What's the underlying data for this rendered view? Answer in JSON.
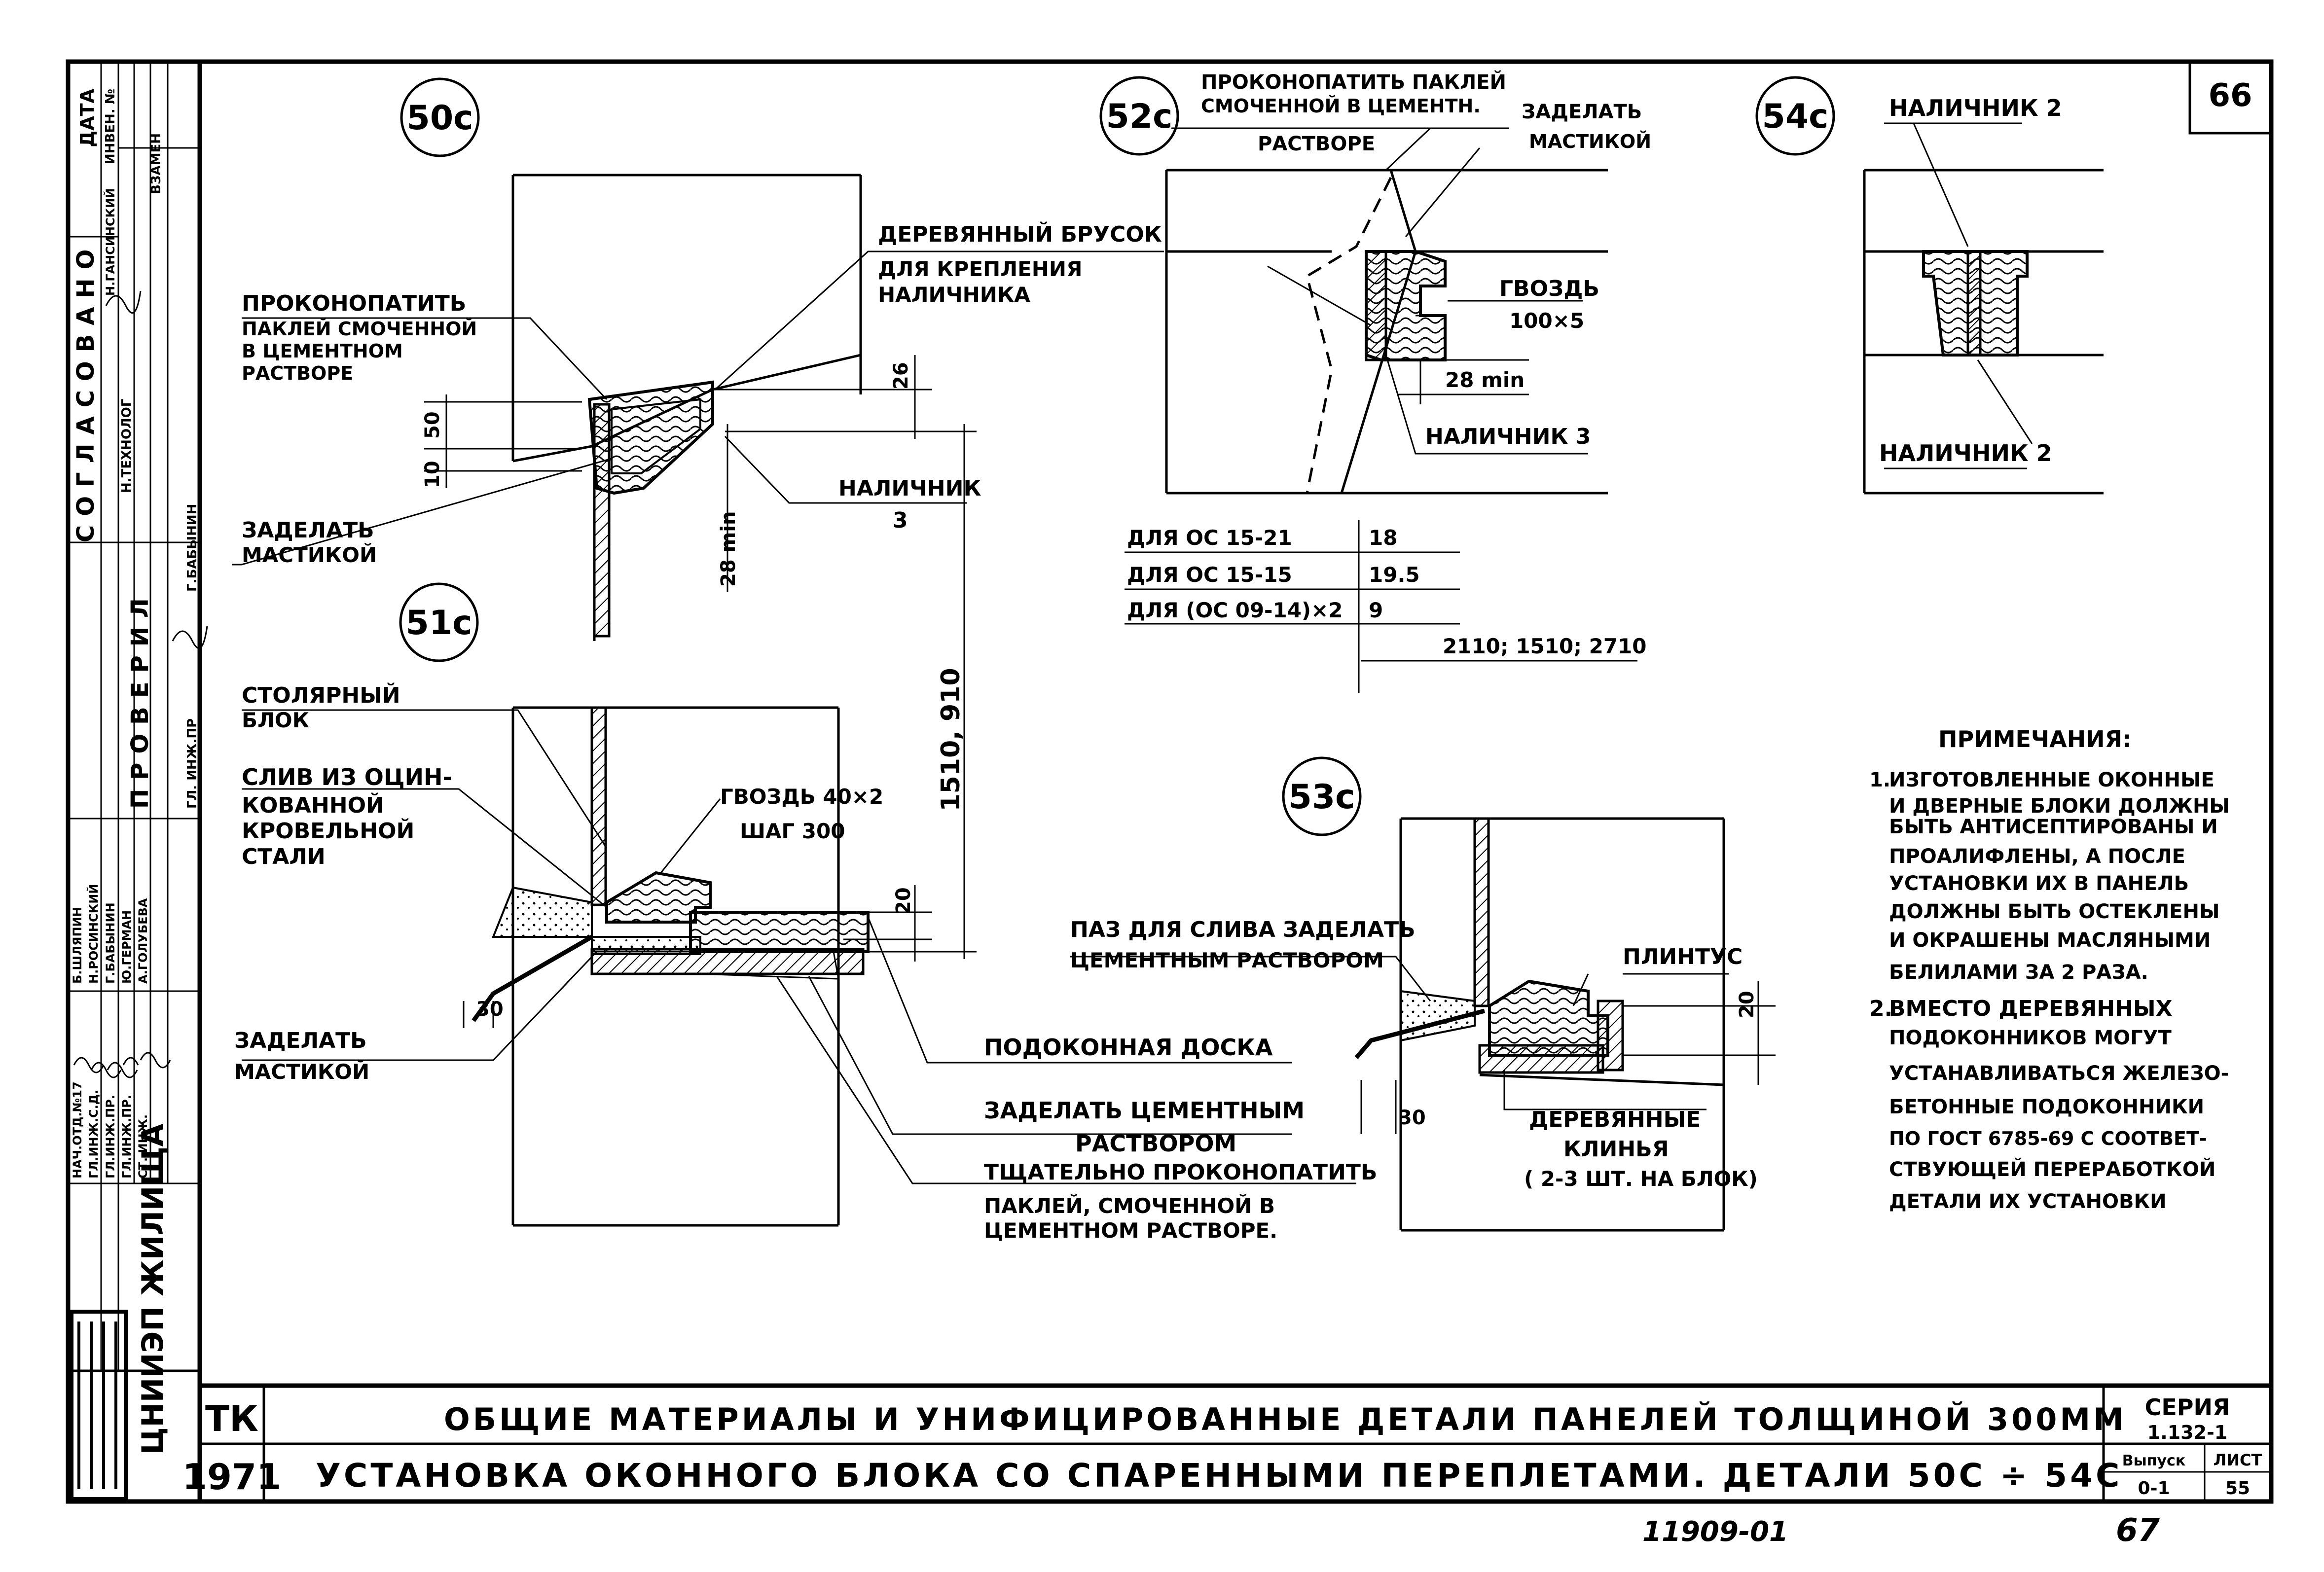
{
  "sheet": {
    "sheet_no_top": "66",
    "code": "ТК",
    "year": "1971",
    "title_line1": "ОБЩИЕ МАТЕРИАЛЫ И УНИФИЦИРОВАННЫЕ ДЕТАЛИ ПАНЕЛЕЙ ТОЛЩИНОЙ 300ММ",
    "title_line2": "УСТАНОВКА ОКОННОГО БЛОКА СО СПАРЕННЫМИ ПЕРЕПЛЕТАМИ. ДЕТАЛИ 50С ÷ 54С",
    "series_label": "СЕРИЯ",
    "series_value": "1.132-1",
    "issue_label": "Выпуск",
    "issue_value": "0-1",
    "page_label": "ЛИСТ",
    "page_value": "55",
    "footer_number": "11909-01",
    "footer_page": "67"
  },
  "stamp": {
    "org": "ЦНИИЭП ЖИЛИЩА",
    "agreed_header": "СОГЛАСОВАНО",
    "checked_header": "ПРОВЕРИЛ",
    "date_header": "ДАТА",
    "inv_header": "ИНВЕН. №",
    "replace_header": "ВЗАМЕН",
    "agreed_rows": [
      "Н.ТЕХНОЛОГ",
      "Н.ГАНСИНСКИЙ"
    ],
    "checked_rows": [
      "ГЛ. ИНЖ.ПР",
      "Г.БАБЫНИН"
    ],
    "roles": [
      "НАЧ.ОТД.№17",
      "ГЛ.ИНЖ.С.Д.",
      "ГЛ.ИНЖ.ПР.",
      "ГЛ.ИНЖ.ПР.",
      "СТ. ИНЖ."
    ],
    "names": [
      "Б.ШЛЯПИН",
      "Н.РОСИНСКИЙ",
      "Г.БАБЫНИН",
      "Ю.ГЕРМАН",
      "А.ГОЛУБЕВА"
    ]
  },
  "details": {
    "d50": {
      "tag": "50с",
      "label_caulk": [
        "ПРОКОНОПАТИТЬ",
        "ПАКЛЕЙ СМОЧЕННОЙ",
        "В ЦЕМЕНТНОМ",
        "РАСТВОРЕ"
      ],
      "label_block": [
        "ДЕРЕВЯННЫЙ БРУСОК",
        "ДЛЯ КРЕПЛЕНИЯ",
        "НАЛИЧНИКА"
      ],
      "label_mastic": [
        "ЗАДЕЛАТЬ",
        "МАСТИКОЙ"
      ],
      "label_trim": [
        "НАЛИЧНИК",
        "3"
      ],
      "dim_50": "50",
      "dim_10": "10",
      "dim_26": "26",
      "dim_28": "28 min"
    },
    "d51": {
      "tag": "51с",
      "label_joinery": [
        "СТОЛЯРНЫЙ",
        "БЛОК"
      ],
      "label_drip": [
        "СЛИВ ИЗ ОЦИН-",
        "КОВАННОЙ",
        "КРОВЕЛЬНОЙ",
        "СТАЛИ"
      ],
      "label_nail": [
        "ГВОЗДЬ 40×2",
        "ШАГ 300"
      ],
      "label_mastic": [
        "ЗАДЕЛАТЬ",
        "МАСТИКОЙ"
      ],
      "label_sill": "ПОДОКОННАЯ ДОСКА",
      "label_cement": [
        "ЗАДЕЛАТЬ ЦЕМЕНТНЫМ",
        "РАСТВОРОМ"
      ],
      "label_caulk2": [
        "ТЩАТЕЛЬНО ПРОКОНОПАТИТЬ",
        "ПАКЛЕЙ, СМОЧЕННОЙ В",
        "ЦЕМЕНТНОМ РАСТВОРЕ."
      ],
      "dim_height": "1510, 910",
      "dim_20": "20",
      "dim_30": "30"
    },
    "d52": {
      "tag": "52с",
      "label_caulk": [
        "ПРОКОНОПАТИТЬ ПАКЛЕЙ",
        "СМОЧЕННОЙ В ЦЕМЕНТН.",
        "РАСТВОРЕ"
      ],
      "label_mastic": [
        "ЗАДЕЛАТЬ",
        "МАСТИКОЙ"
      ],
      "label_nail": [
        "ГВОЗДЬ",
        "100×5"
      ],
      "dim_28": "28 min",
      "label_trim": "НАЛИЧНИК 3",
      "table": [
        {
          "label": "ДЛЯ ОС 15-21",
          "value": "18"
        },
        {
          "label": "ДЛЯ ОС 15-15",
          "value": "19.5"
        },
        {
          "label": "ДЛЯ (ОС 09-14)×2",
          "value": "9"
        }
      ],
      "dim_widths": "2110; 1510; 2710"
    },
    "d53": {
      "tag": "53с",
      "label_groove": [
        "ПАЗ ДЛЯ СЛИВА ЗАДЕЛАТЬ",
        "ЦЕМЕНТНЫМ РАСТВОРОМ"
      ],
      "label_plinth": "ПЛИНТУС",
      "label_wedges": [
        "ДЕРЕВЯННЫЕ",
        "КЛИНЬЯ",
        "( 2-3 ШТ. НА БЛОК)"
      ],
      "dim_20": "20",
      "dim_30": "30"
    },
    "d54": {
      "tag": "54с",
      "label_top": "НАЛИЧНИК 2",
      "label_bottom": "НАЛИЧНИК 2"
    }
  },
  "notes": {
    "header": "ПРИМЕЧАНИЯ:",
    "items": [
      {
        "num": "1.",
        "lines": [
          "ИЗГОТОВЛЕННЫЕ ОКОННЫЕ",
          "И ДВЕРНЫЕ БЛОКИ ДОЛЖНЫ",
          "БЫТЬ АНТИСЕПТИРОВАНЫ И",
          "ПРОАЛИФЛЕНЫ, А ПОСЛЕ",
          "УСТАНОВКИ ИХ В ПАНЕЛЬ",
          "ДОЛЖНЫ БЫТЬ ОСТЕКЛЕНЫ",
          "И ОКРАШЕНЫ МАСЛЯНЫМИ",
          "БЕЛИЛАМИ ЗА 2 РАЗА."
        ]
      },
      {
        "num": "2.",
        "lines": [
          "ВМЕСТО ДЕРЕВЯННЫХ",
          "ПОДОКОННИКОВ МОГУТ",
          "УСТАНАВЛИВАТЬСЯ ЖЕЛЕЗО-",
          "БЕТОННЫЕ ПОДОКОННИКИ",
          "ПО ГОСТ 6785-69 С СООТВЕТ-",
          "СТВУЮЩЕЙ ПЕРЕРАБОТКОЙ",
          "ДЕТАЛИ ИХ УСТАНОВКИ"
        ]
      }
    ]
  }
}
